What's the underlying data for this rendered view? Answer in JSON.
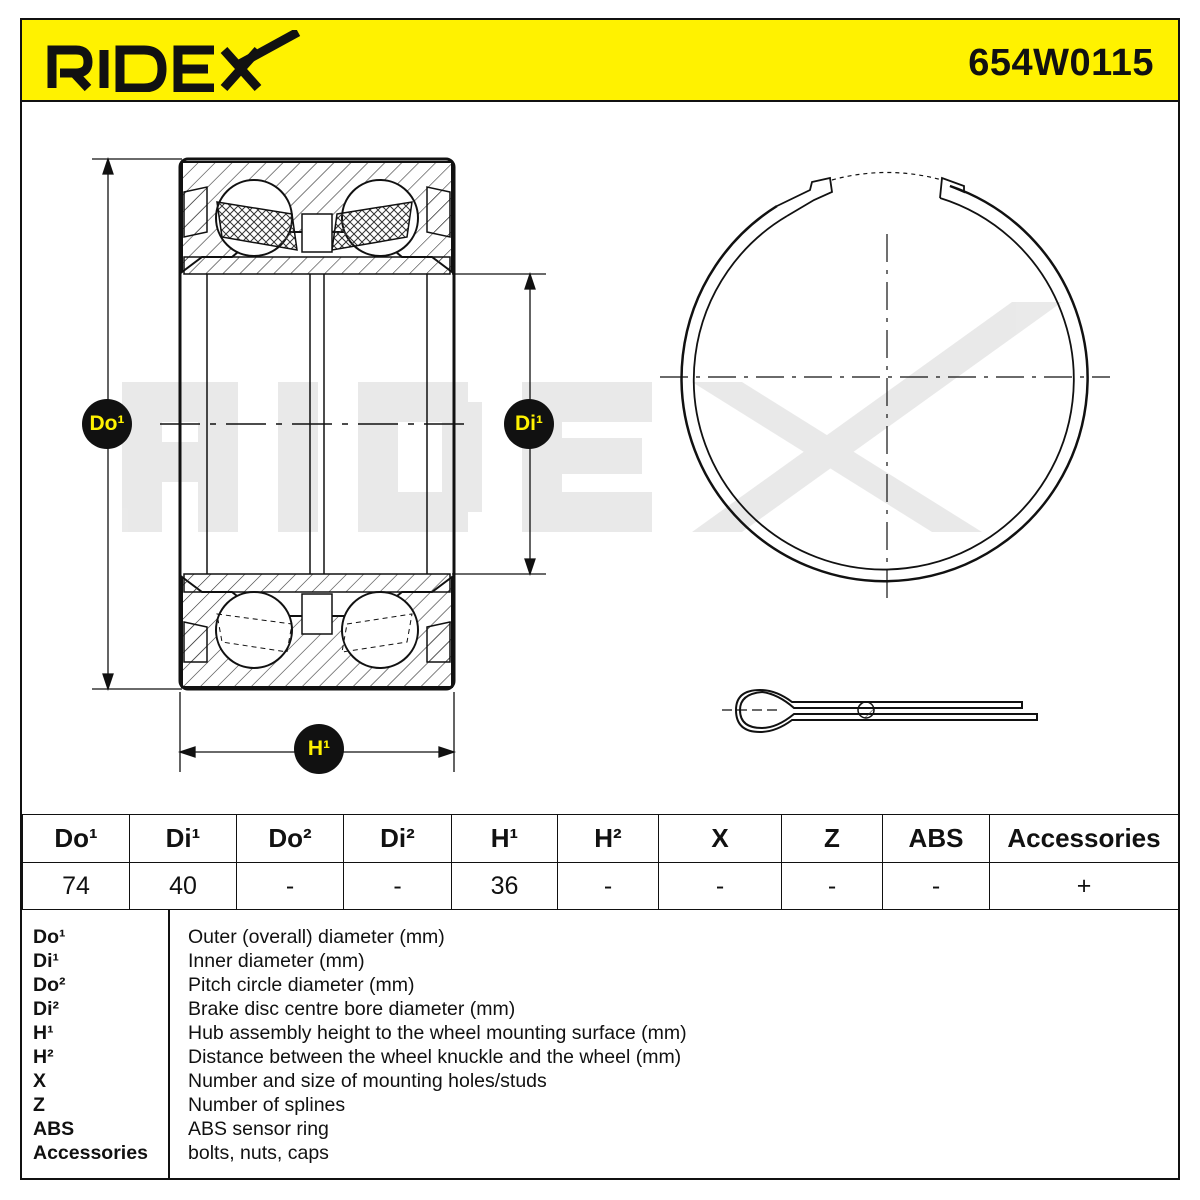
{
  "header": {
    "brand": "RIDEX",
    "part_number": "654W0115"
  },
  "drawing": {
    "badges": {
      "do1": "Do¹",
      "di1": "Di¹",
      "h1": "H¹"
    },
    "watermark": "RIDEX"
  },
  "specs": {
    "headers": [
      "Do¹",
      "Di¹",
      "Do²",
      "Di²",
      "H¹",
      "H²",
      "X",
      "Z",
      "ABS",
      "Accessories"
    ],
    "values": [
      "74",
      "40",
      "-",
      "-",
      "36",
      "-",
      "-",
      "-",
      "-",
      "+"
    ]
  },
  "legend": [
    {
      "key": "Do¹",
      "desc": "Outer (overall) diameter (mm)"
    },
    {
      "key": "Di¹",
      "desc": "Inner diameter (mm)"
    },
    {
      "key": "Do²",
      "desc": "Pitch circle diameter (mm)"
    },
    {
      "key": "Di²",
      "desc": "Brake disc centre bore diameter (mm)"
    },
    {
      "key": "H¹",
      "desc": "Hub assembly height to the wheel mounting surface (mm)"
    },
    {
      "key": "H²",
      "desc": "Distance between the wheel knuckle and the wheel (mm)"
    },
    {
      "key": "X",
      "desc": "Number and size of mounting holes/studs"
    },
    {
      "key": "Z",
      "desc": "Number of splines"
    },
    {
      "key": "ABS",
      "desc": "ABS sensor ring"
    },
    {
      "key": "Accessories",
      "desc": "bolts, nuts, caps"
    }
  ],
  "colors": {
    "brand_yellow": "#fff200",
    "ink": "#111111",
    "watermark": "#e6e6e6"
  }
}
